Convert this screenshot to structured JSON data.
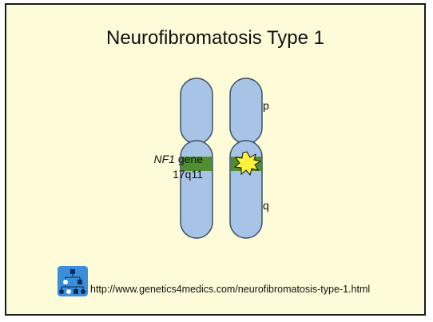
{
  "title": "Neurofibromatosis Type 1",
  "gene_label_italic": "NF1",
  "gene_label_rest": " gene",
  "locus_label": "17q11",
  "arm_p_label": "p",
  "arm_q_label": "q",
  "url": "http://www.genetics4medics.com/neurofibromatosis-type-1.html",
  "colors": {
    "background": "#fdfbd8",
    "chromosome_fill": "#a7c4e6",
    "chromosome_stroke": "#3e4f66",
    "gene_band": "#4f8f2f",
    "mutation_burst": "#fff23a",
    "logo_background": "#3a8fdc"
  },
  "icons": [
    "mutation-burst-icon",
    "pedigree-logo-icon"
  ]
}
